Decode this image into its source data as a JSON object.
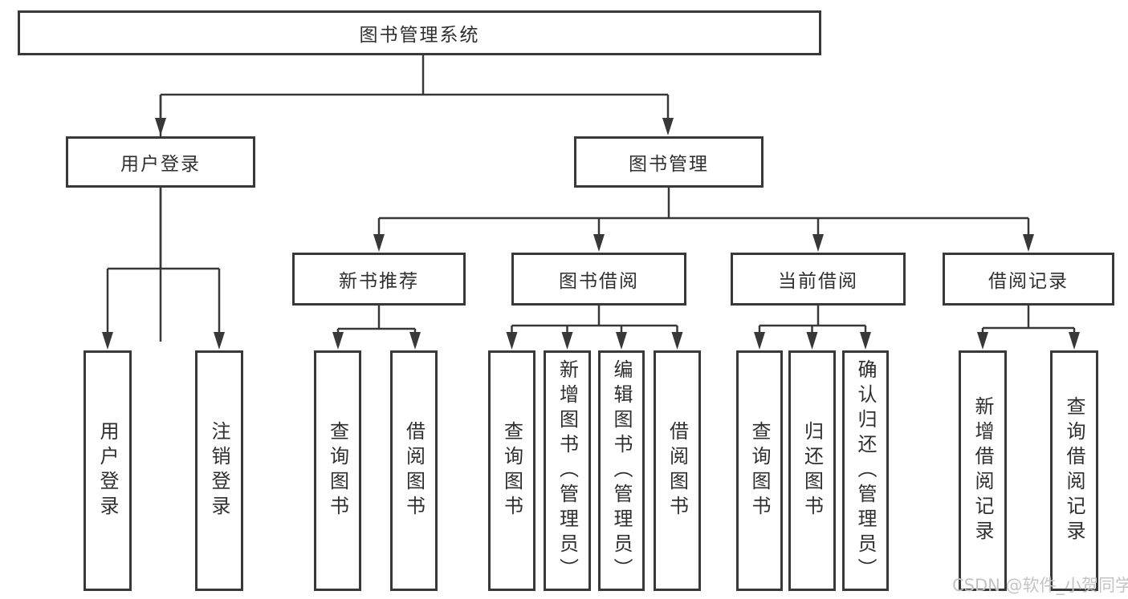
{
  "watermark": "CSDN @软件_小贺同学",
  "colors": {
    "line": "#383838",
    "box_border": "#383838",
    "text": "#2f2f2f",
    "background": "#ffffff",
    "watermark": "#c3c3c3"
  },
  "tree": {
    "label": "图书管理系统",
    "children": [
      {
        "label": "用户登录",
        "children": [
          {
            "label": "用户登录"
          },
          {
            "label": "注销登录"
          }
        ]
      },
      {
        "label": "图书管理",
        "children": [
          {
            "label": "新书推荐",
            "children": [
              {
                "label": "查询图书"
              },
              {
                "label": "借阅图书"
              }
            ]
          },
          {
            "label": "图书借阅",
            "children": [
              {
                "label": "查询图书"
              },
              {
                "label": "新增图书（管理员）"
              },
              {
                "label": "编辑图书（管理员）"
              },
              {
                "label": "借阅图书"
              }
            ]
          },
          {
            "label": "当前借阅",
            "children": [
              {
                "label": "查询图书"
              },
              {
                "label": "归还图书"
              },
              {
                "label": "确认归还（管理员）"
              }
            ]
          },
          {
            "label": "借阅记录",
            "children": [
              {
                "label": "新增借阅记录"
              },
              {
                "label": "查询借阅记录"
              }
            ]
          }
        ]
      }
    ]
  }
}
